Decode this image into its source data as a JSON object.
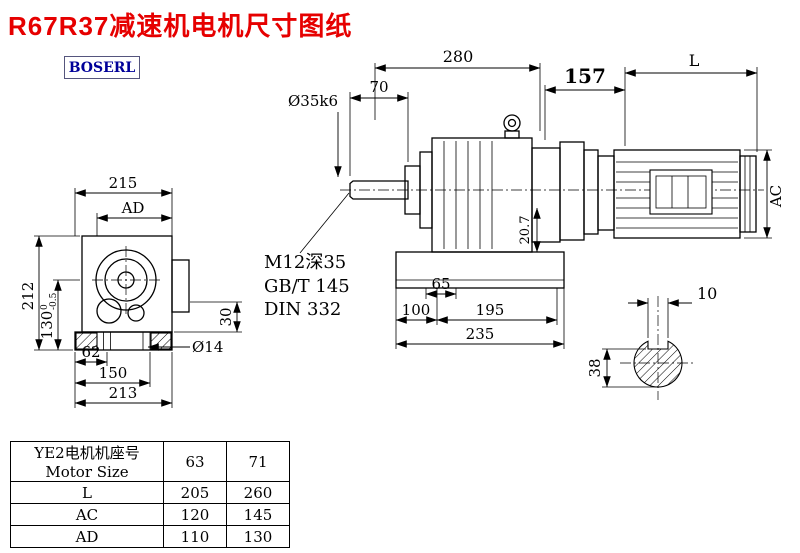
{
  "header": {
    "title": "R67R37减速机电机尺寸图纸",
    "logo": "BOSERL"
  },
  "colors": {
    "title_red": "#e60000",
    "logo_blue": "#000099",
    "line_black": "#000000"
  },
  "front_view": {
    "dim_215": "215",
    "dim_ad": "AD",
    "dim_212": "212",
    "dim_130": "130",
    "dim_130_tol_upper": "0",
    "dim_130_tol_lower": "-0.5",
    "dim_62": "62",
    "dim_150": "150",
    "dim_213": "213",
    "dim_30": "30",
    "dim_hole": "Ø14"
  },
  "side_view": {
    "dim_280": "280",
    "dim_70": "70",
    "dim_shaft": "Ø35k6",
    "dim_157": "157",
    "dim_l": "L",
    "note_line1": "M12深35",
    "note_line2": "GB/T 145",
    "note_line3": "DIN 332",
    "dim_20_7": "20.7",
    "dim_ac": "AC",
    "dim_65": "65",
    "dim_100": "100",
    "dim_195": "195",
    "dim_235": "235"
  },
  "shaft_section": {
    "dim_10": "10",
    "dim_38": "38"
  },
  "table": {
    "motor_header_cn": "YE2电机机座号",
    "motor_header_en": "Motor Size",
    "size_cols": [
      "63",
      "71"
    ],
    "rows": [
      {
        "label": "L",
        "values": [
          "205",
          "260"
        ]
      },
      {
        "label": "AC",
        "values": [
          "120",
          "145"
        ]
      },
      {
        "label": "AD",
        "values": [
          "110",
          "130"
        ]
      }
    ]
  }
}
